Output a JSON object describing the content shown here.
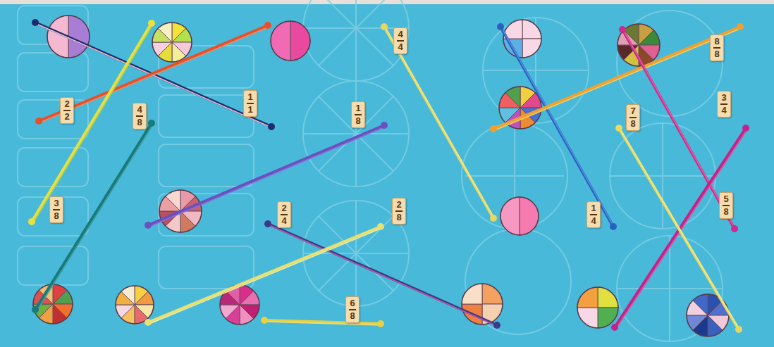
{
  "diagram": {
    "nodes": [
      {
        "text": [
          "4",
          "4"
        ]
      },
      {
        "text": [
          "8",
          "8"
        ]
      },
      {
        "text": [
          "1",
          "1"
        ]
      },
      {
        "text": [
          "3",
          "4"
        ]
      },
      {
        "text": [
          "2",
          "2"
        ]
      },
      {
        "text": [
          "1",
          "8"
        ]
      },
      {
        "text": [
          "4",
          "8"
        ]
      },
      {
        "text": [
          "7",
          "8"
        ]
      },
      {
        "text": [
          "5",
          "8"
        ]
      },
      {
        "text": [
          "3",
          "8"
        ]
      },
      {
        "text": [
          "2",
          "8"
        ]
      },
      {
        "text": [
          "2",
          "4"
        ]
      },
      {
        "text": [
          "1",
          "4"
        ]
      },
      {
        "text": [
          "6",
          "8"
        ]
      }
    ]
  }
}
